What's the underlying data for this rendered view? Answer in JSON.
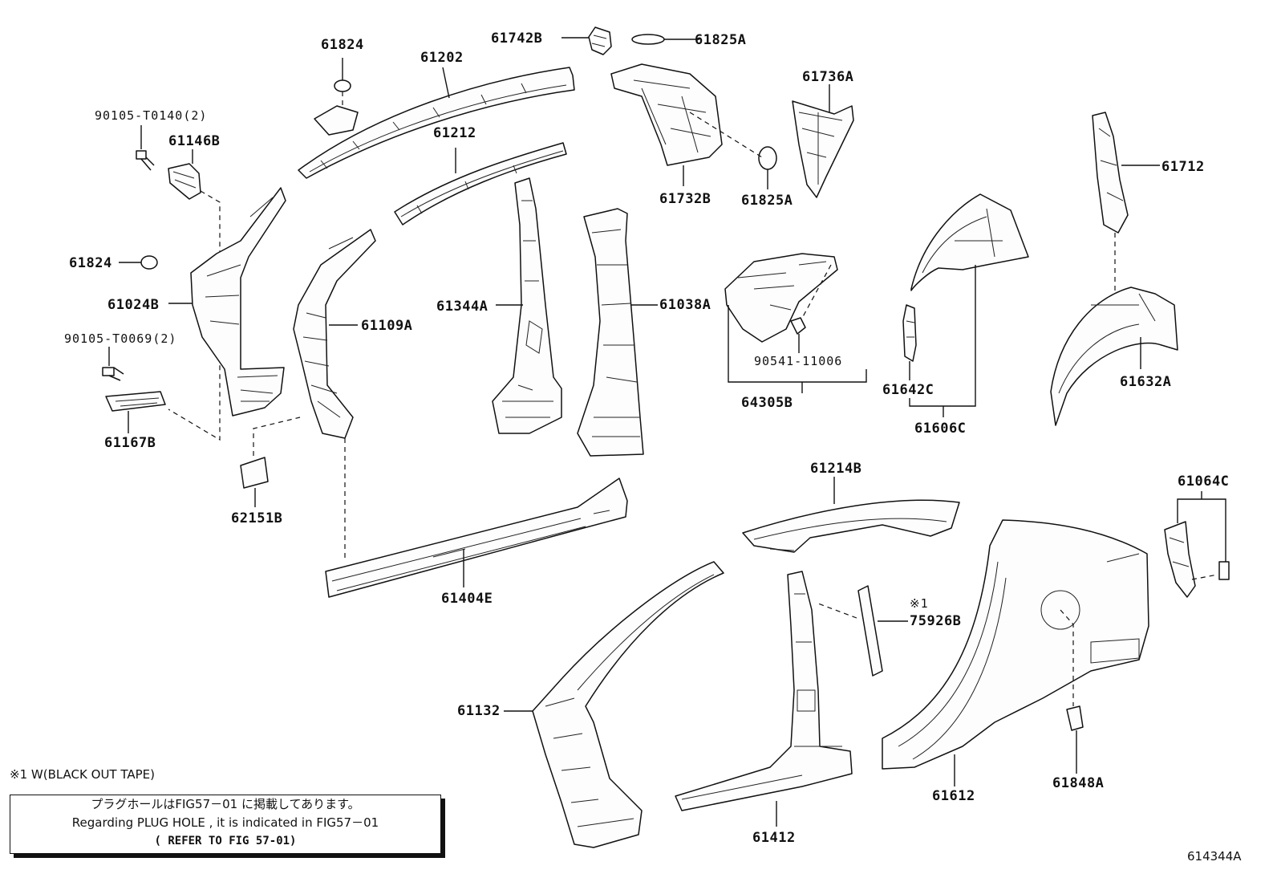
{
  "labels": {
    "p61742B": "61742B",
    "p61825A_top": "61825A",
    "p61824_top": "61824",
    "p61202": "61202",
    "p61736A": "61736A",
    "p90105_T0140": "90105-T0140(2)",
    "p61146B": "61146B",
    "p61212": "61212",
    "p61732B": "61732B",
    "p61825A_bot": "61825A",
    "p61712": "61712",
    "p61824_left": "61824",
    "p61024B": "61024B",
    "p61344A": "61344A",
    "p61038A": "61038A",
    "p61109A": "61109A",
    "p90105_T0069": "90105-T0069(2)",
    "p90541_11006": "90541-11006",
    "p61642C": "61642C",
    "p61632A": "61632A",
    "p64305B": "64305B",
    "p61606C": "61606C",
    "p61167B": "61167B",
    "p61214B": "61214B",
    "p61064C": "61064C",
    "p62151B": "62151B",
    "p61404E": "61404E",
    "p75926B_mark": "※1",
    "p75926B": "75926B",
    "p61132": "61132",
    "p61612": "61612",
    "p61848A": "61848A",
    "p61412": "61412"
  },
  "note": {
    "mark": "※1 W(BLACK OUT TAPE)",
    "line1": "プラグホールはFIG57－01 に掲載してあります。",
    "line2": "Regarding PLUG HOLE , it is indicated in FIG57－01",
    "line3": "( REFER TO FIG 57-01)"
  },
  "figure_id": "614344A"
}
